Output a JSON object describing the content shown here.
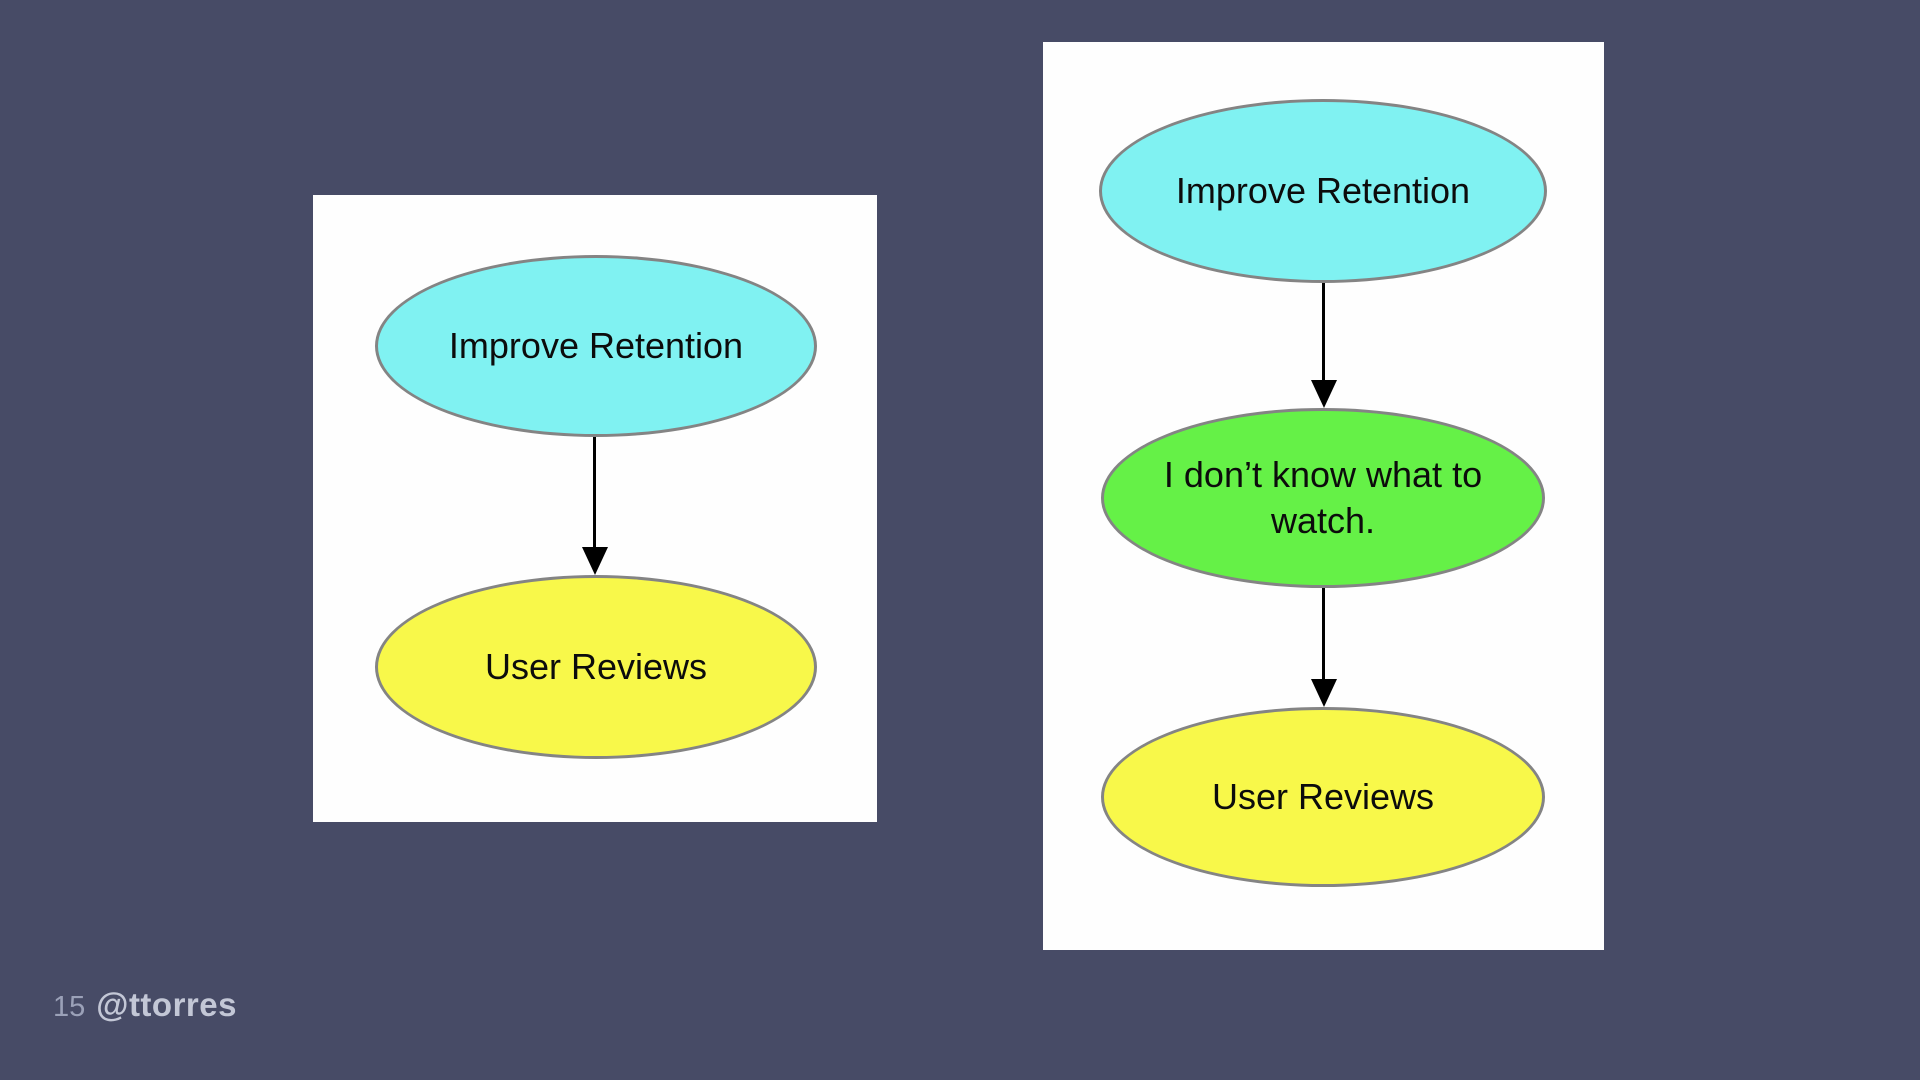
{
  "slide": {
    "background_color": "#474b66",
    "footer": {
      "page_number": "15",
      "handle": "@ttorres"
    }
  },
  "colors": {
    "node_cyan": "#80f2f2",
    "node_green": "#65f147",
    "node_yellow": "#f8f84a",
    "node_border": "#848484",
    "panel_background": "#fefefe",
    "arrow": "#000000"
  },
  "panels": [
    {
      "name": "outcome-to-solution",
      "nodes": [
        {
          "id": "improve-retention",
          "label": "Improve Retention",
          "fill": "cyan"
        },
        {
          "id": "user-reviews",
          "label": "User Reviews",
          "fill": "yellow"
        }
      ],
      "edges": [
        {
          "from": "improve-retention",
          "to": "user-reviews"
        }
      ]
    },
    {
      "name": "outcome-opportunity-solution",
      "nodes": [
        {
          "id": "improve-retention",
          "label": "Improve Retention",
          "fill": "cyan"
        },
        {
          "id": "opportunity",
          "label": "I don’t know what to watch.",
          "fill": "green"
        },
        {
          "id": "user-reviews",
          "label": "User Reviews",
          "fill": "yellow"
        }
      ],
      "edges": [
        {
          "from": "improve-retention",
          "to": "opportunity"
        },
        {
          "from": "opportunity",
          "to": "user-reviews"
        }
      ]
    }
  ]
}
